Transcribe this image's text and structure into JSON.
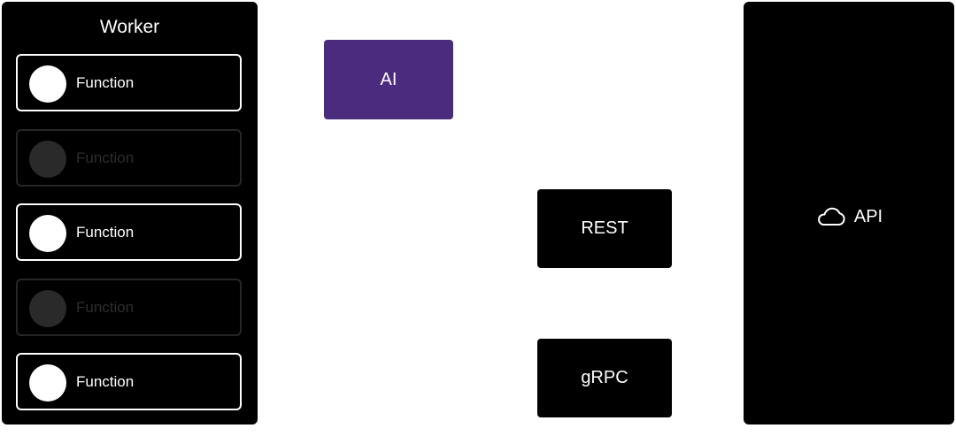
{
  "worker": {
    "title": "Worker",
    "functions": [
      {
        "label": "Function",
        "state": "active"
      },
      {
        "label": "Function",
        "state": "inactive"
      },
      {
        "label": "Function",
        "state": "active"
      },
      {
        "label": "Function",
        "state": "inactive"
      },
      {
        "label": "Function",
        "state": "active"
      }
    ]
  },
  "ai": {
    "label": "AI",
    "color": "#4b2b7e"
  },
  "rest": {
    "label": "REST"
  },
  "grpc": {
    "label": "gRPC"
  },
  "api": {
    "label": "API",
    "icon": "cloud-icon"
  }
}
